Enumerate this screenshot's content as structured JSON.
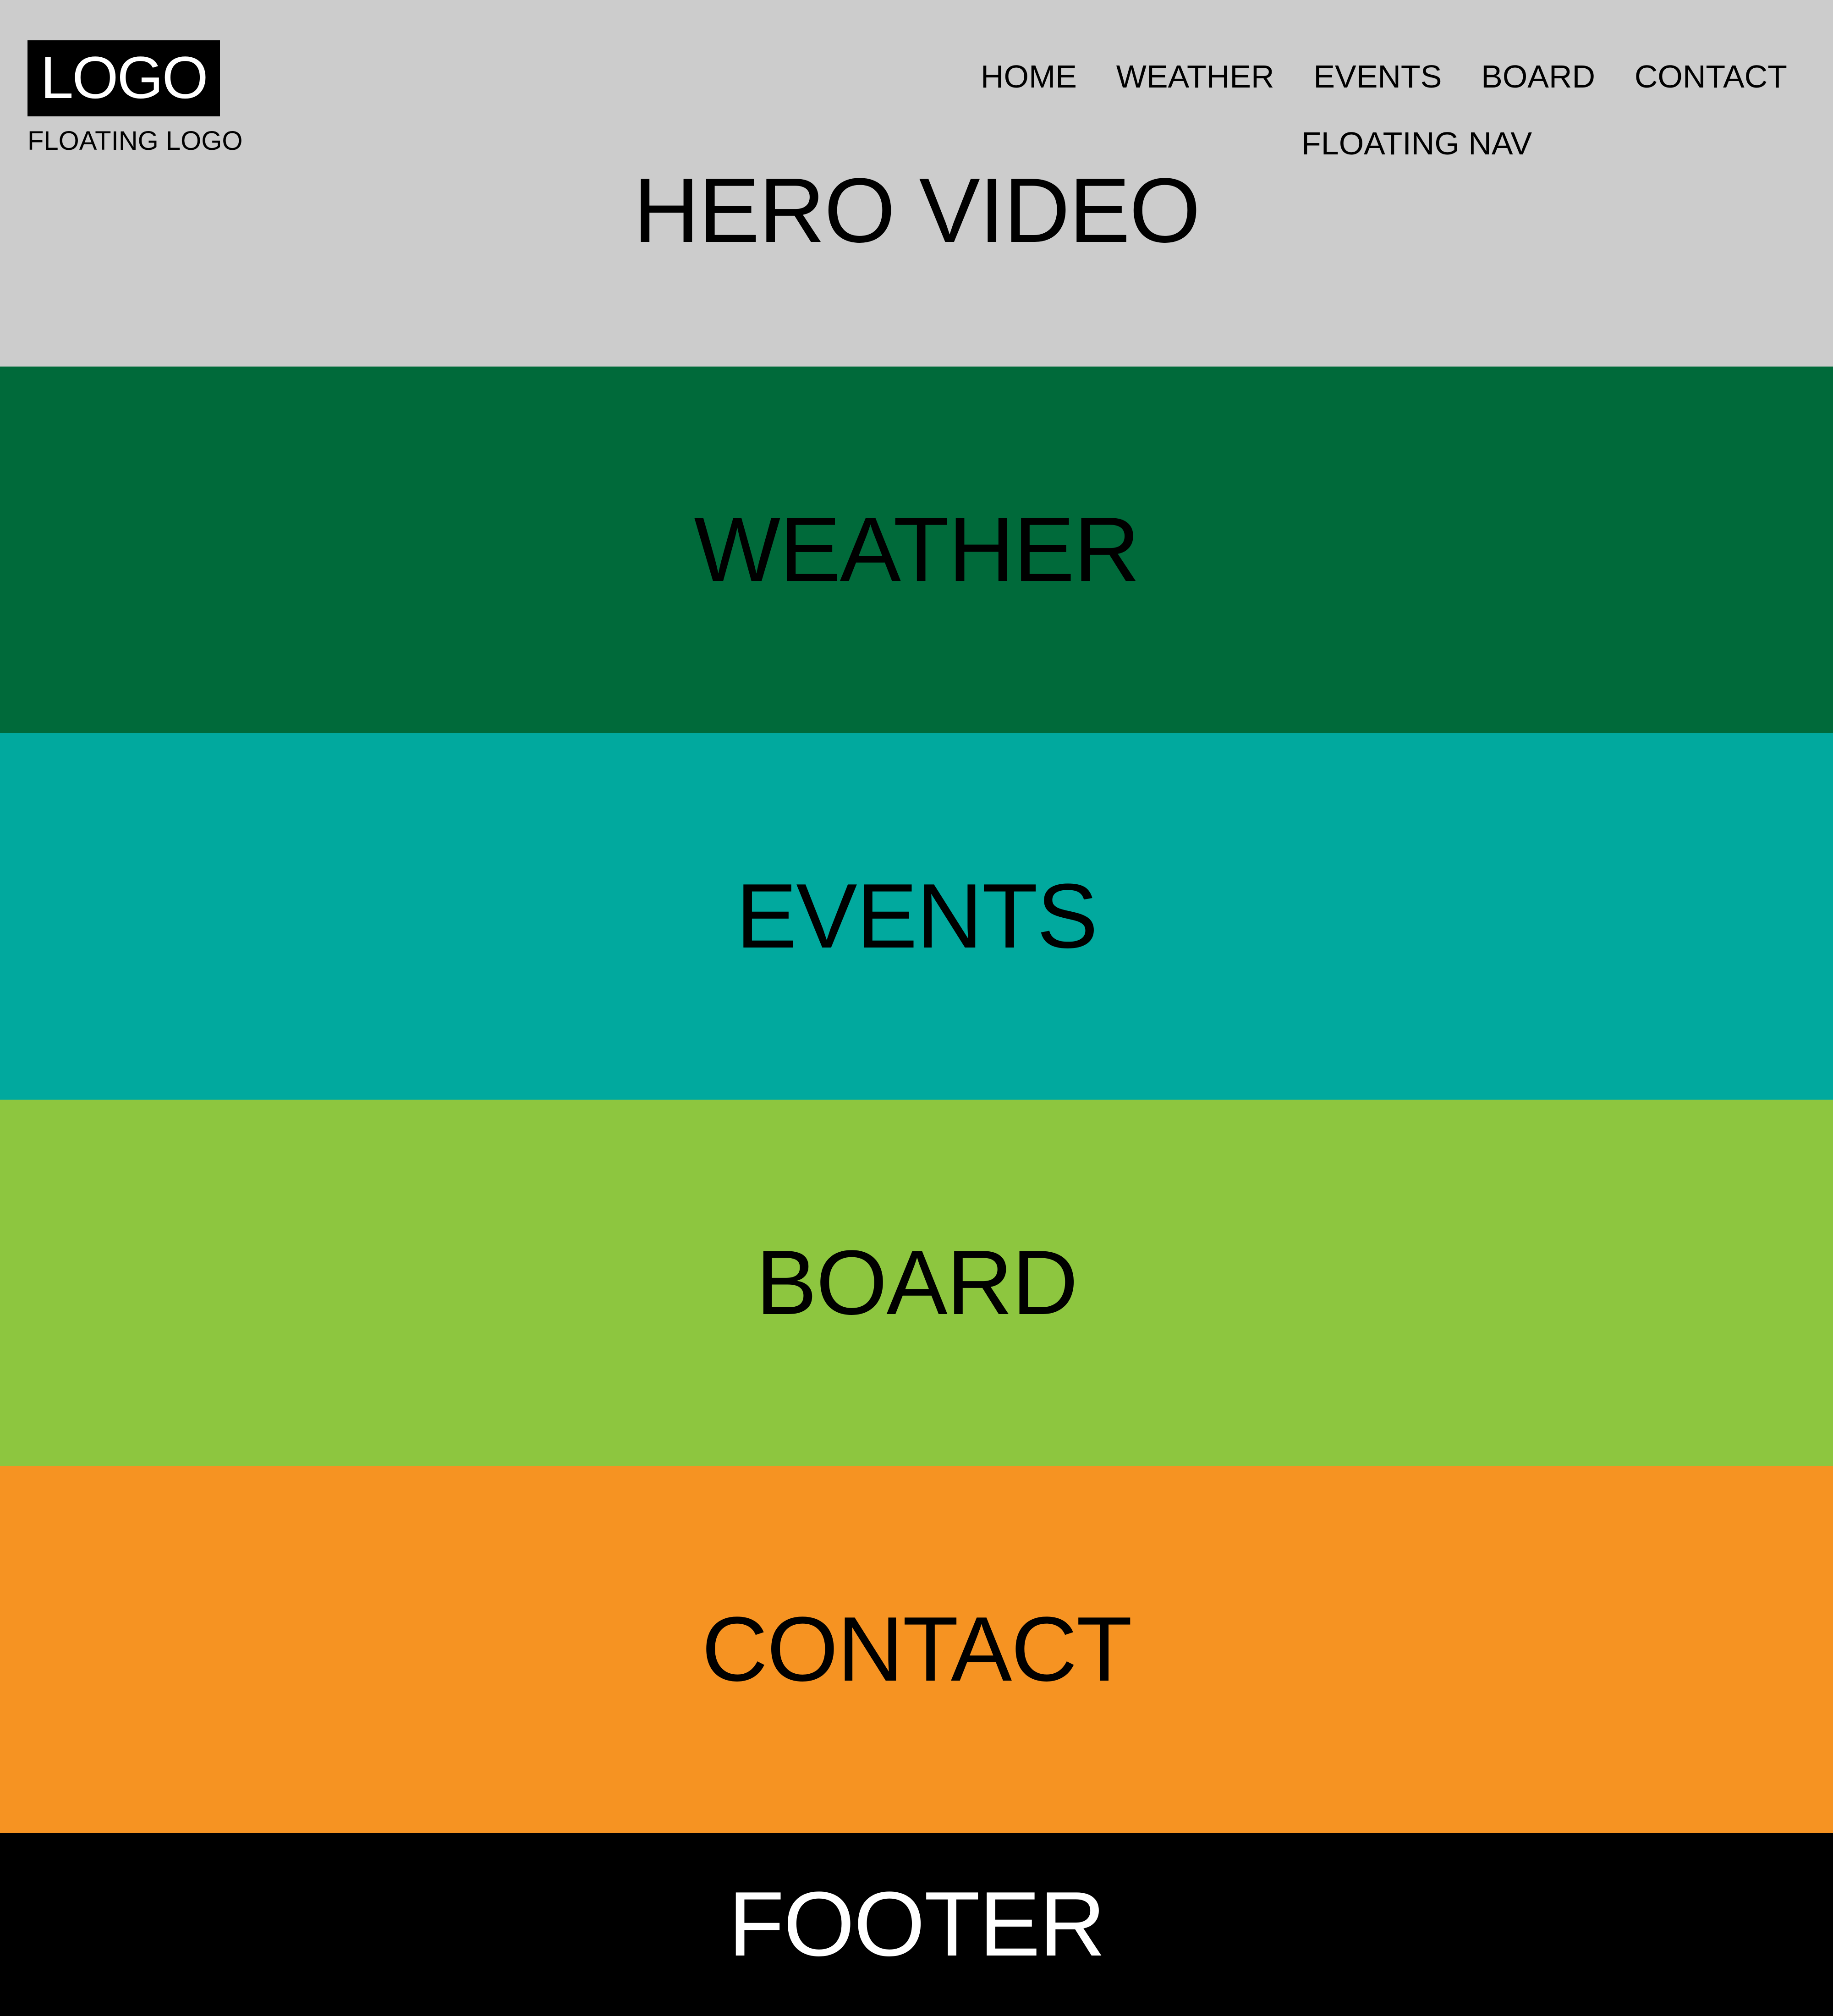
{
  "header": {
    "logo_text": "LOGO",
    "logo_caption": "FLOATING LOGO",
    "nav_caption": "FLOATING NAV",
    "nav": [
      {
        "label": "HOME"
      },
      {
        "label": "WEATHER"
      },
      {
        "label": "EVENTS"
      },
      {
        "label": "BOARD"
      },
      {
        "label": "CONTACT"
      }
    ]
  },
  "sections": {
    "hero": {
      "title": "HERO VIDEO",
      "color": "#cccccc"
    },
    "weather": {
      "title": "WEATHER",
      "color": "#006a3a"
    },
    "events": {
      "title": "EVENTS",
      "color": "#01a99e"
    },
    "board": {
      "title": "BOARD",
      "color": "#8dc63f"
    },
    "contact": {
      "title": "CONTACT",
      "color": "#f69322"
    },
    "footer": {
      "title": "FOOTER",
      "color": "#000000"
    }
  }
}
